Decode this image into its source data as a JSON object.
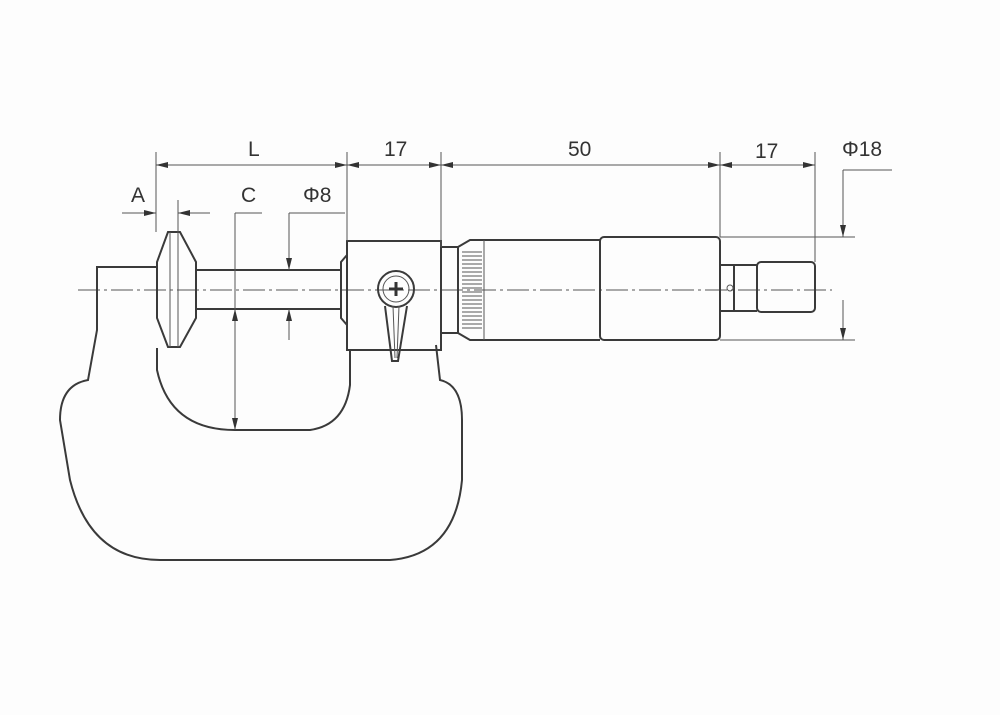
{
  "dimensions": {
    "A": "A",
    "L": "L",
    "C": "C",
    "phi8": "Φ8",
    "frame_to_sleeve": "17",
    "sleeve_length": "50",
    "ratchet_length": "17",
    "thimble_diameter": "Φ18"
  },
  "colors": {
    "line": "#3a3a3a",
    "background": "#fdfdfd"
  }
}
